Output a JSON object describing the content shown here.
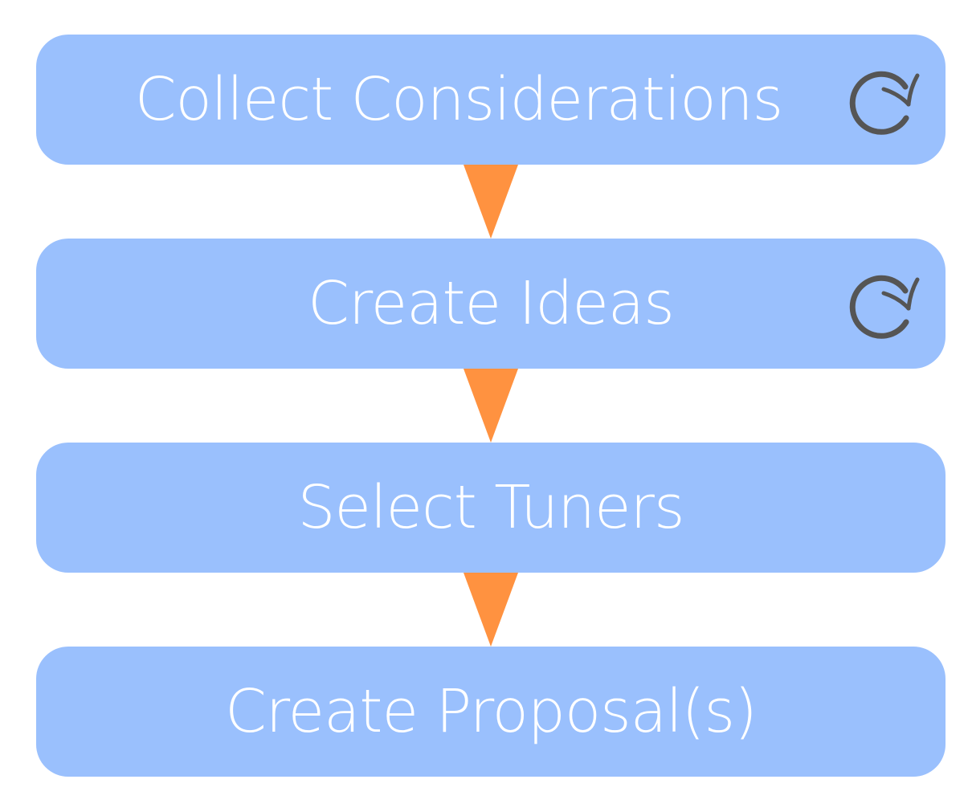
{
  "colors": {
    "box_fill": "#9ac0fd",
    "label_text": "#ffffff",
    "arrow_fill": "#ff9240",
    "icon_stroke": "#555555"
  },
  "steps": [
    {
      "label": "Collect Considerations",
      "repeat_icon": "cycle-arrow-icon"
    },
    {
      "label": "Create Ideas",
      "repeat_icon": "cycle-arrow-icon"
    },
    {
      "label": "Select Tuners"
    },
    {
      "label": "Create Proposal(s)"
    }
  ]
}
